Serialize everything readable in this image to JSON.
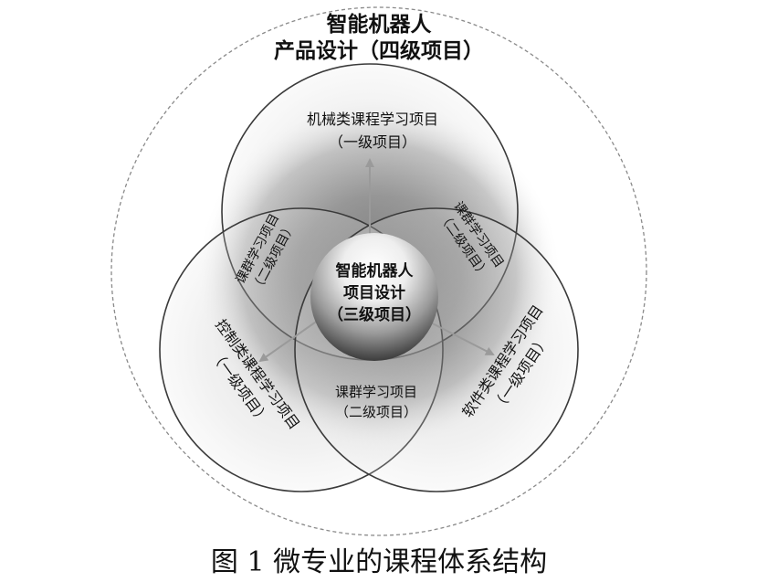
{
  "outer": {
    "line1": "智能机器人",
    "line2": "产品设计（四级项目）"
  },
  "mechanical": {
    "line1": "机械类课程学习项目",
    "line2": "（一级项目）"
  },
  "control": {
    "line1": "控制类课程学习项目",
    "line2": "（一级项目）"
  },
  "software": {
    "line1": "软件类课程学习项目",
    "line2": "（一级项目）"
  },
  "cluster_left": {
    "line1": "课群学习项目",
    "line2": "（二级项目）"
  },
  "cluster_right": {
    "line1": "课群学习项目",
    "line2": "（二级项目）"
  },
  "cluster_bottom": {
    "line1": "课群学习项目",
    "line2": "（二级项目）"
  },
  "center": {
    "line1": "智能机器人",
    "line2": "项目设计",
    "line3": "（三级项目）"
  },
  "caption": "图 1 微专业的课程体系结构"
}
